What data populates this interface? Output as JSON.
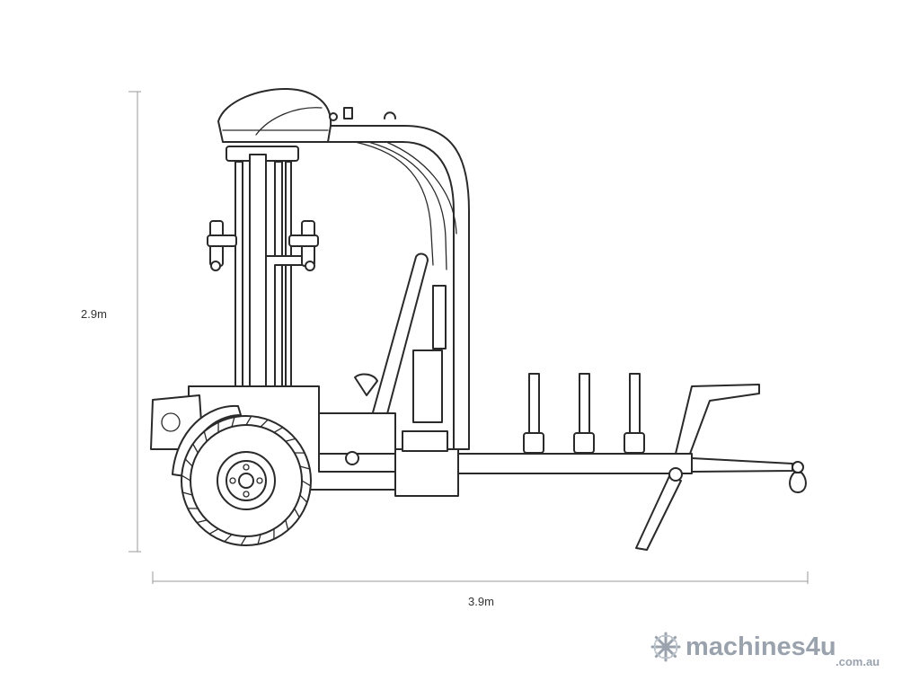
{
  "dimensions": {
    "height_label": "2.9m",
    "length_label": "3.9m"
  },
  "watermark": {
    "brand": "machines4u",
    "domain": ".com.au",
    "brand_color": "#9aa3ad",
    "accent_color": "#bcc3cb"
  },
  "drawing": {
    "subject": "bale wrapper side elevation",
    "stroke_color": "#2a2a2a"
  }
}
